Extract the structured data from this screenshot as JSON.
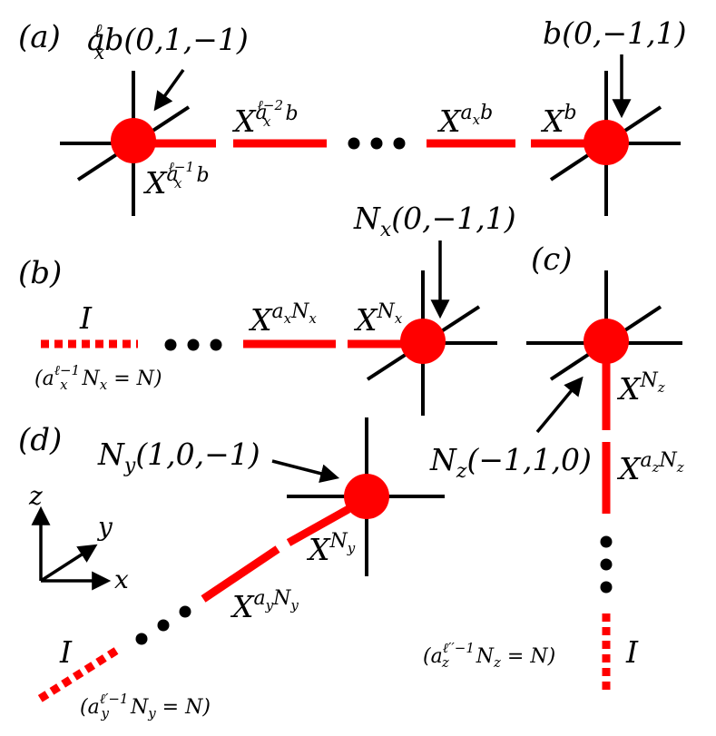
{
  "panels": {
    "a": {
      "tag": "(a)",
      "arrow_label_left": {
        "a": "a",
        "sub": "x",
        "sup": "ℓ",
        "rest": "b(0,1,−1)"
      },
      "arrow_label_right": "b(0,−1,1)",
      "bond_labels": [
        {
          "base": "X",
          "sup": "a",
          "supsub": "x",
          "supsup": "ℓ−1",
          "suptail": "b"
        },
        {
          "base": "X",
          "sup": "a",
          "supsub": "x",
          "supsup": "ℓ−2",
          "suptail": "b"
        },
        {
          "base": "X",
          "sup": "a",
          "supsub": "x",
          "supsup": "",
          "suptail": "b"
        },
        {
          "base": "X",
          "sup": "b",
          "supsub": "",
          "supsup": "",
          "suptail": ""
        }
      ]
    },
    "b": {
      "tag": "(b)",
      "arrow_label": {
        "n": "N",
        "sub": "x",
        "rest": "(0,−1,1)"
      },
      "identity": "I",
      "condition": {
        "open": "(a",
        "sub": "x",
        "sup": "ℓ−1",
        "mid": "N",
        "midsub": "x",
        "close": " = N)"
      },
      "bond_labels": [
        {
          "base": "X",
          "sup": "a",
          "supsub": "x",
          "suptail": "N",
          "suptailsub": "x"
        },
        {
          "base": "X",
          "sup": "N",
          "supsub": "x",
          "suptail": "",
          "suptailsub": ""
        }
      ]
    },
    "c": {
      "tag": "(c)",
      "arrow_label": {
        "n": "N",
        "sub": "z",
        "rest": "(−1,1,0)"
      },
      "identity": "I",
      "condition": {
        "open": "(a",
        "sub": "z",
        "sup": "ℓ′′−1",
        "mid": "N",
        "midsub": "z",
        "close": " = N)"
      },
      "bond_labels": [
        {
          "base": "X",
          "sup": "N",
          "supsub": "z",
          "suptail": "",
          "suptailsub": ""
        },
        {
          "base": "X",
          "sup": "a",
          "supsub": "z",
          "suptail": "N",
          "suptailsub": "z"
        }
      ]
    },
    "d": {
      "tag": "(d)",
      "arrow_label": {
        "n": "N",
        "sub": "y",
        "rest": "(1,0,−1)"
      },
      "identity": "I",
      "condition": {
        "open": "(a",
        "sub": "y",
        "sup": "ℓ′−1",
        "mid": "N",
        "midsub": "y",
        "close": " = N)"
      },
      "bond_labels": [
        {
          "base": "X",
          "sup": "N",
          "supsub": "y",
          "suptail": "",
          "suptailsub": ""
        },
        {
          "base": "X",
          "sup": "a",
          "supsub": "y",
          "suptail": "N",
          "suptailsub": "y"
        }
      ]
    }
  },
  "axes": {
    "x": "x",
    "y": "y",
    "z": "z"
  },
  "colors": {
    "site": "#ff0000",
    "bond": "#ff0000",
    "line": "#000000"
  }
}
